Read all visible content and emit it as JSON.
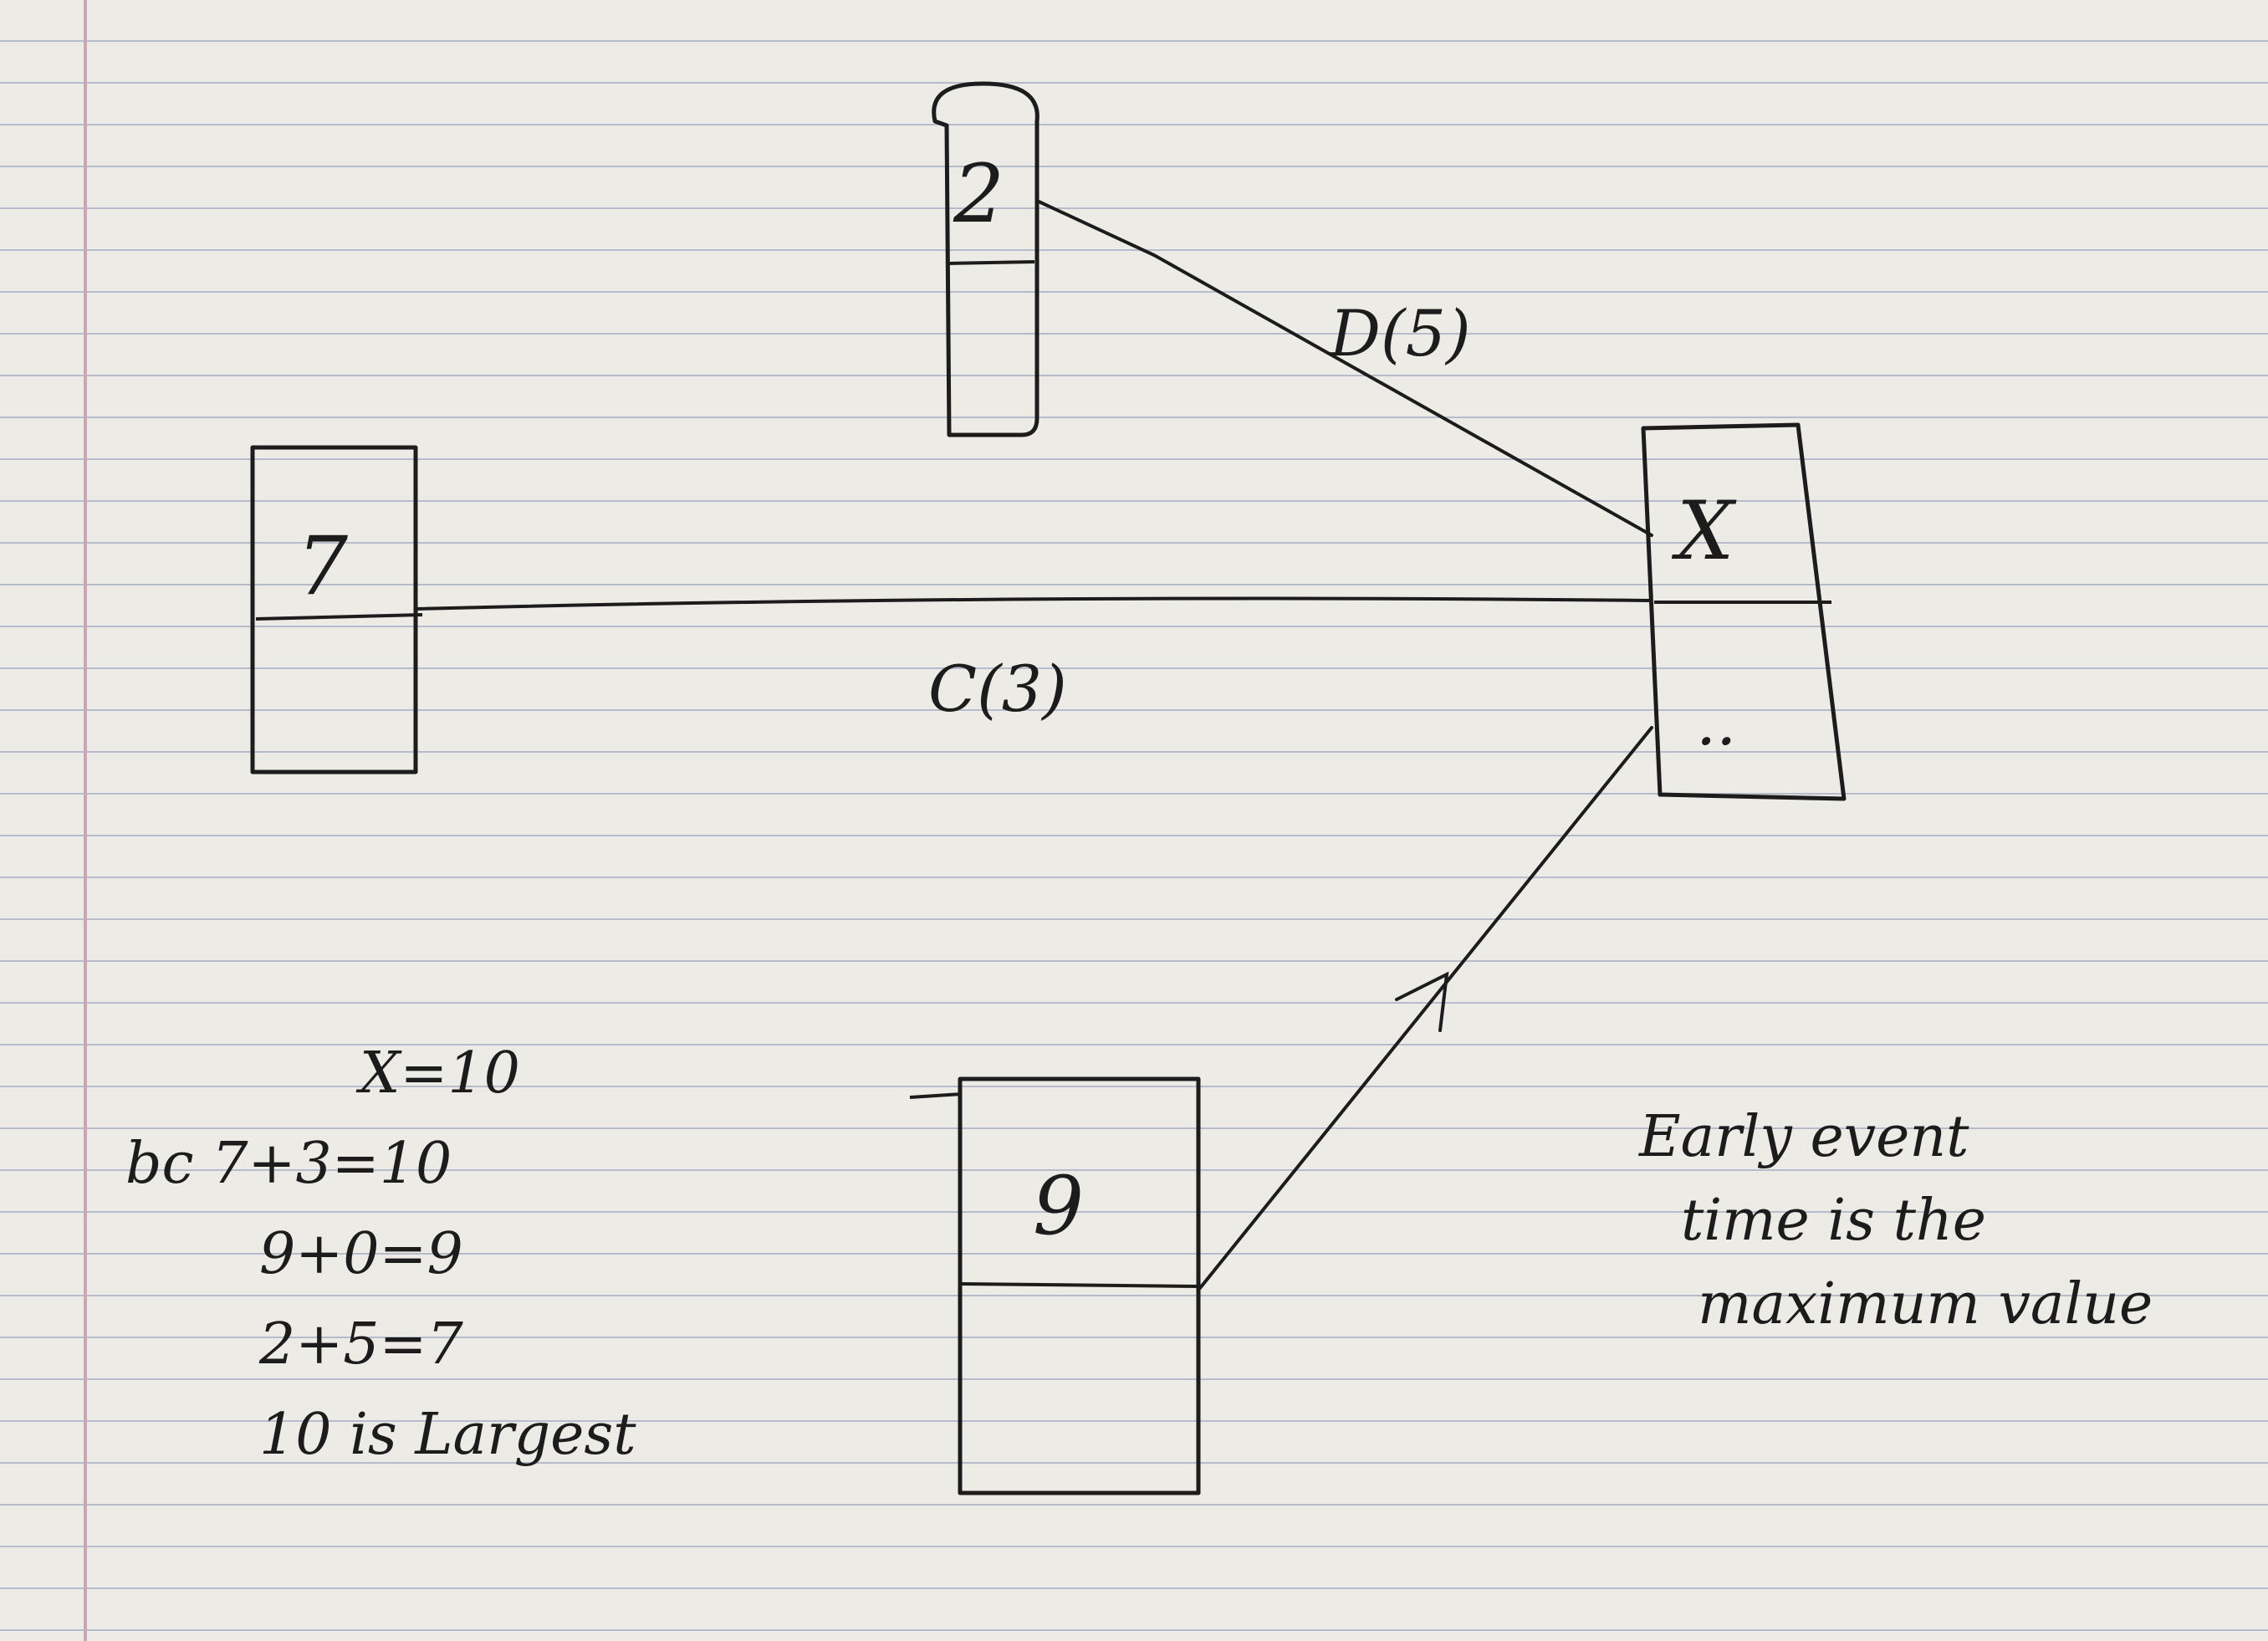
{
  "nodes": {
    "node_a": {
      "value": "7"
    },
    "node_b": {
      "value": "2"
    },
    "node_c": {
      "value": "9"
    },
    "node_d": {
      "value": "X",
      "lower": ".."
    }
  },
  "edges": {
    "c": {
      "label": "C(3)"
    },
    "d": {
      "label": "D(5)"
    }
  },
  "calculation": {
    "title": "X=10",
    "lines": [
      "bc 7+3=10",
      "9+0=9",
      "2+5=7",
      "10 is Largest"
    ]
  },
  "explanation": {
    "lines": [
      "Early event",
      "time is the",
      "maximum value"
    ]
  }
}
